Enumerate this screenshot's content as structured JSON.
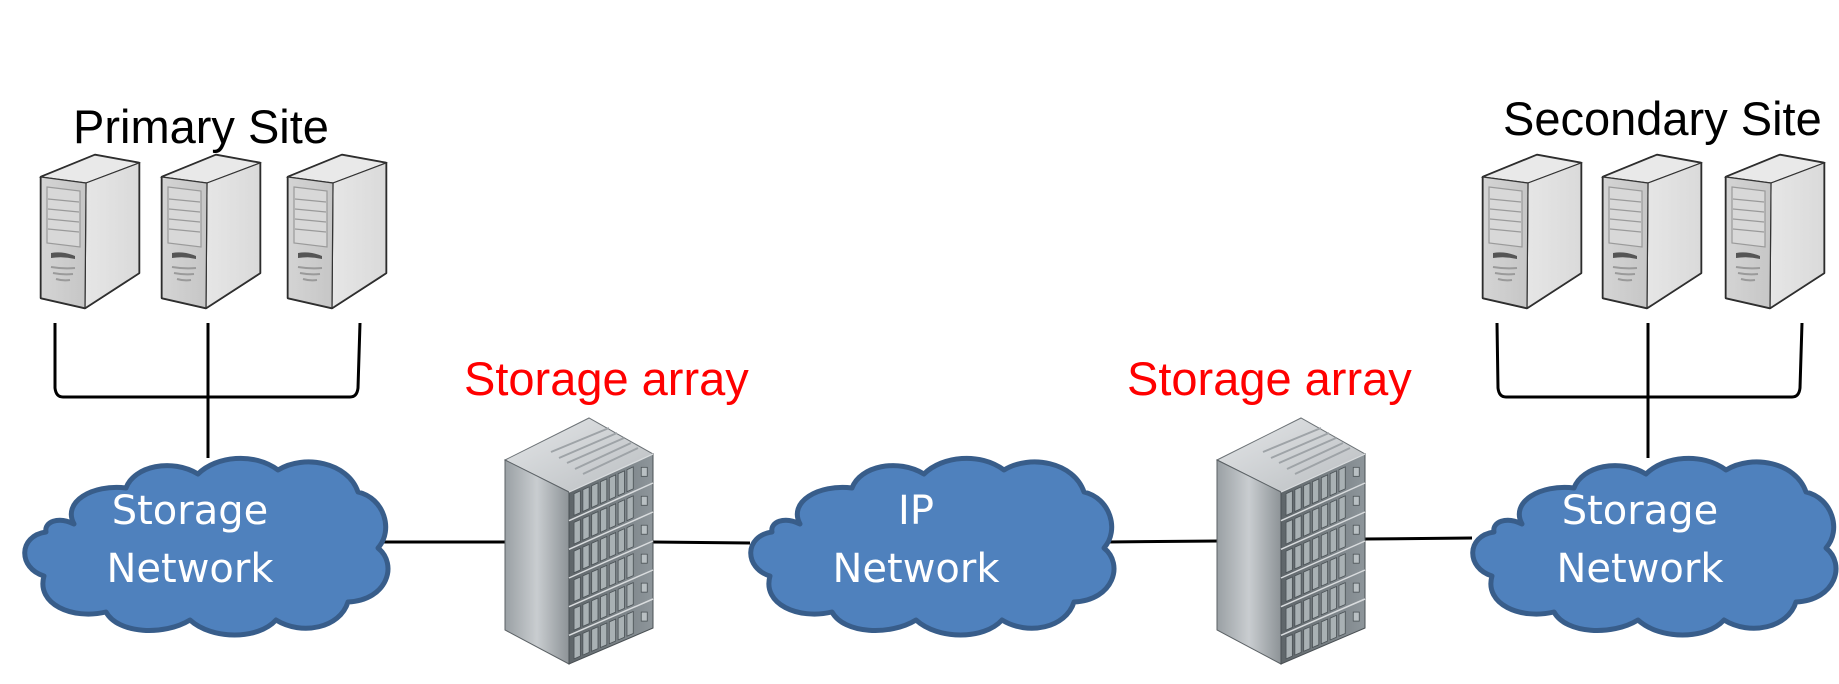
{
  "sites": {
    "primary": {
      "label": "Primary Site",
      "server_count": 3
    },
    "secondary": {
      "label": "Secondary Site",
      "server_count": 3
    }
  },
  "storage_arrays": [
    {
      "label": "Storage array"
    },
    {
      "label": "Storage array"
    }
  ],
  "clouds": {
    "left": {
      "line1": "Storage",
      "line2": "Network"
    },
    "center": {
      "line1": "IP",
      "line2": "Network"
    },
    "right": {
      "line1": "Storage",
      "line2": "Network"
    }
  },
  "colors": {
    "cloud_fill": "#4f81bd",
    "cloud_stroke": "#385d8a",
    "array_label": "#ff0000",
    "site_label": "#000000"
  }
}
